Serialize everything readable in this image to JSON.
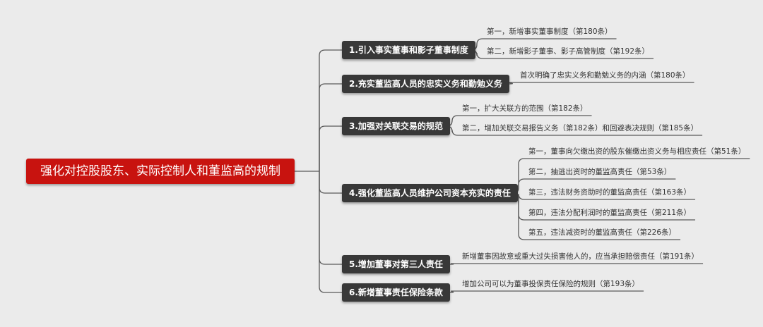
{
  "root": "强化对控股股东、实际控制人和董监高的规制",
  "branches": [
    {
      "label": "1.引入事实董事和影子董事制度",
      "leaves": [
        "第一，新增事实董事制度（第180条）",
        "第二，新增影子董事、影子高管制度（第192条）"
      ]
    },
    {
      "label": "2.充实董监高人员的忠实义务和勤勉义务",
      "leaves": [
        "首次明确了忠实义务和勤勉义务的内涵（第180条）"
      ]
    },
    {
      "label": "3.加强对关联交易的规范",
      "leaves": [
        "第一，扩大关联方的范围（第182条）",
        "第二，增加关联交易报告义务（第182条）和回避表决规则（第185条）"
      ]
    },
    {
      "label": "4.强化董监高人员维护公司资本充实的责任",
      "leaves": [
        "第一，董事向欠缴出资的股东催缴出资义务与相应责任（第51条）",
        "第二，抽逃出资时的董监高责任（第53条）",
        "第三，违法财务资助时的董监高责任（第163条）",
        "第四，违法分配利润时的董监高责任（第211条）",
        "第五，违法减资时的董监高责任（第226条）"
      ]
    },
    {
      "label": "5.增加董事对第三人责任",
      "leaves": [
        "新增董事因故意或重大过失损害他人的，应当承担赔偿责任（第191条）"
      ]
    },
    {
      "label": "6.新增董事责任保险条款",
      "leaves": [
        "增加公司可以为董事投保责任保险的规则（第193条）"
      ]
    }
  ],
  "colors": {
    "root": "#c8130f",
    "branch": "#383838",
    "line": "#5a5a5a"
  }
}
